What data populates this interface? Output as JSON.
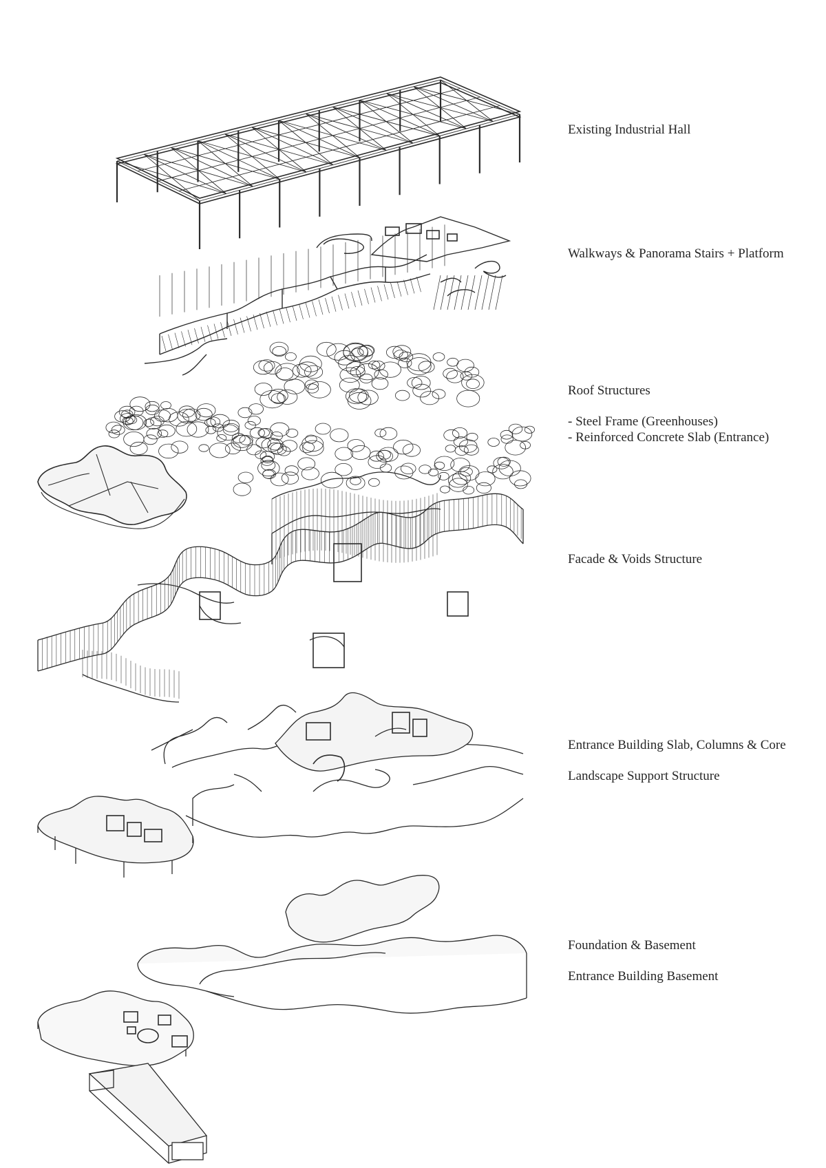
{
  "labels": {
    "hall": "Existing Industrial Hall",
    "walkways": "Walkways & Panorama Stairs + Platform",
    "roof_title": "Roof Structures",
    "roof_steel": "- Steel Frame (Greenhouses)",
    "roof_concrete": "- Reinforced Concrete Slab (Entrance)",
    "facade": "Facade & Voids Structure",
    "entrance_slab": "Entrance Building Slab, Columns & Core",
    "landscape_support": "Landscape Support Structure",
    "foundation": "Foundation & Basement",
    "entrance_basement": "Entrance Building Basement"
  },
  "colors": {
    "background": "#ffffff",
    "line": "#2b2b2b",
    "text": "#262626",
    "surface": "#f2f2f2"
  }
}
